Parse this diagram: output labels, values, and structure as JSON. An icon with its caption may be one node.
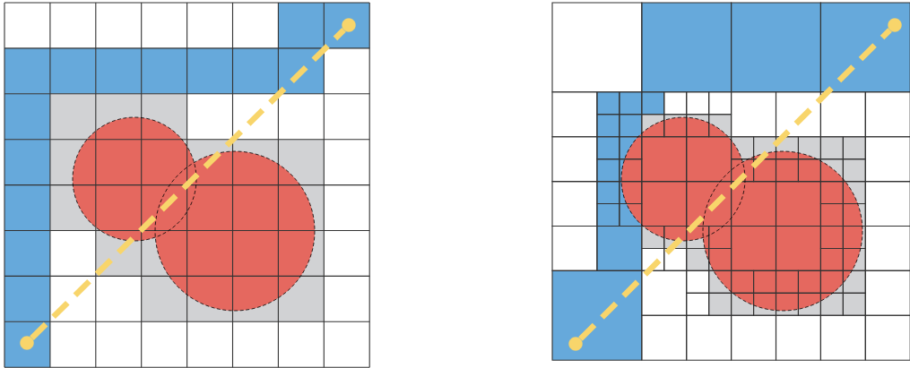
{
  "diagram": {
    "nodes": [
      {
        "text": [],
        "shape": "circle"
      },
      {
        "text": [],
        "shape": "circle"
      },
      {
        "text": [],
        "shape": "circle"
      },
      {
        "text": [],
        "shape": "circle"
      }
    ],
    "edges": [
      {
        "from": 0,
        "to": 1,
        "arrow": "none",
        "style": "dashed",
        "color": "#f8d56b"
      },
      {
        "from": 2,
        "to": 3,
        "arrow": "none",
        "style": "dashed",
        "color": "#f8d56b"
      }
    ]
  }
}
